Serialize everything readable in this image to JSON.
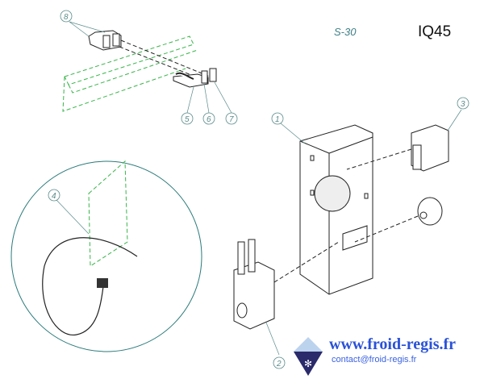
{
  "header": {
    "reference": "S-30",
    "model": "IQ45"
  },
  "callouts": [
    "1",
    "2",
    "3",
    "4",
    "5",
    "6",
    "7",
    "8"
  ],
  "footer": {
    "website": "www.froid-regis.fr",
    "email": "contact@froid-regis.fr"
  },
  "colors": {
    "line": "#222222",
    "hidden_part": "#39b54a",
    "callout": "#5a8a8a",
    "brand": "#2a52d8"
  }
}
